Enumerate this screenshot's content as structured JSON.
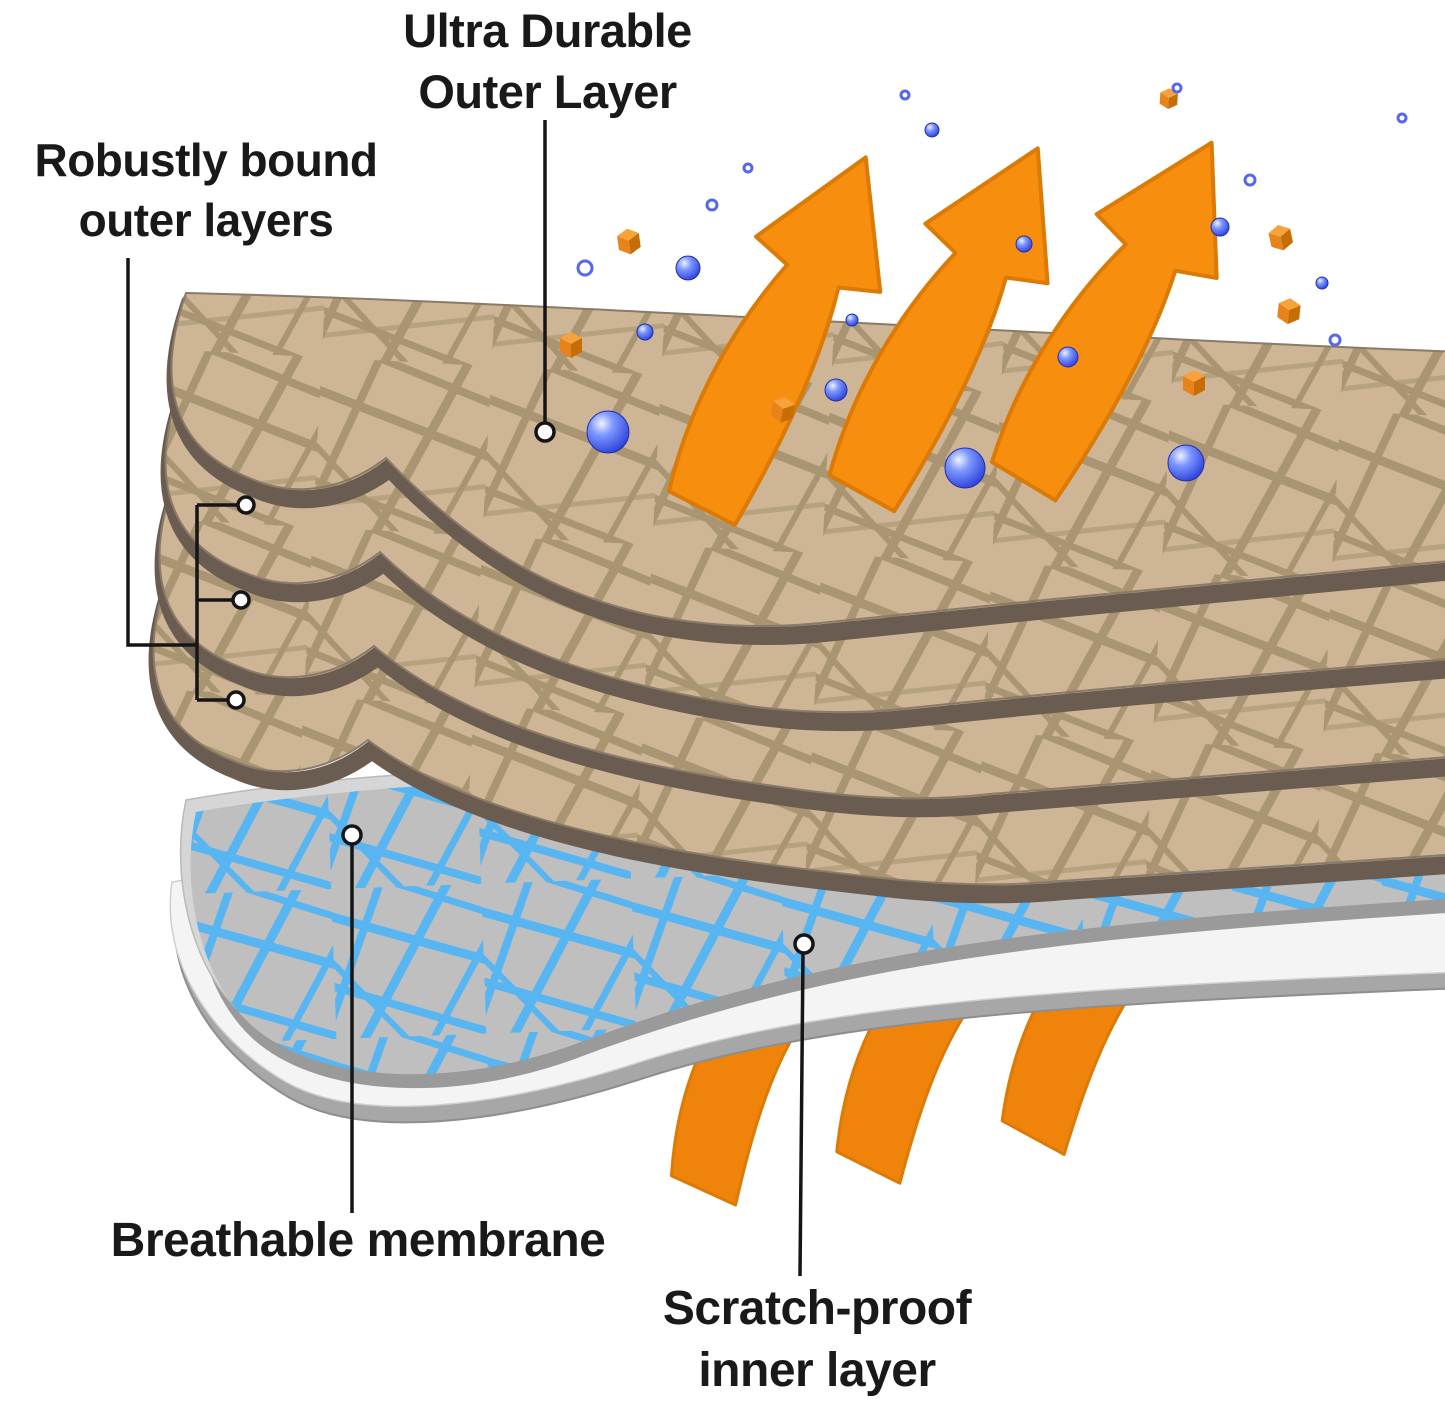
{
  "figure": {
    "kind": "layered-fabric-cutaway-diagram",
    "labels": {
      "outer_layer": "Ultra Durable\nOuter Layer",
      "bound_layers": "Robustly bound\nouter layers",
      "membrane": "Breathable membrane",
      "inner_layer": "Scratch-proof\ninner layer"
    },
    "layers": {
      "outer_sheet_count": 4,
      "names": [
        "Ultra durable outer layer",
        "Robustly bound outer layers",
        "Breathable membrane",
        "Scratch-proof inner layer"
      ]
    },
    "colors": {
      "outer_fabric": "#cdb595",
      "outer_fiber": "#a5916d",
      "outer_edge": "#6a5c50",
      "membrane_base": "#c0c0c0",
      "membrane_fiber": "#57b5f2",
      "inner_layer_fill": "#f4f4f4",
      "inner_layer_edge": "#a7a7a7",
      "arrow_orange": "#f78e0e",
      "droplet_blue": "#2236d8",
      "cube_orange": "#e8821a",
      "label_text": "#191919",
      "background": "#ffffff"
    }
  }
}
